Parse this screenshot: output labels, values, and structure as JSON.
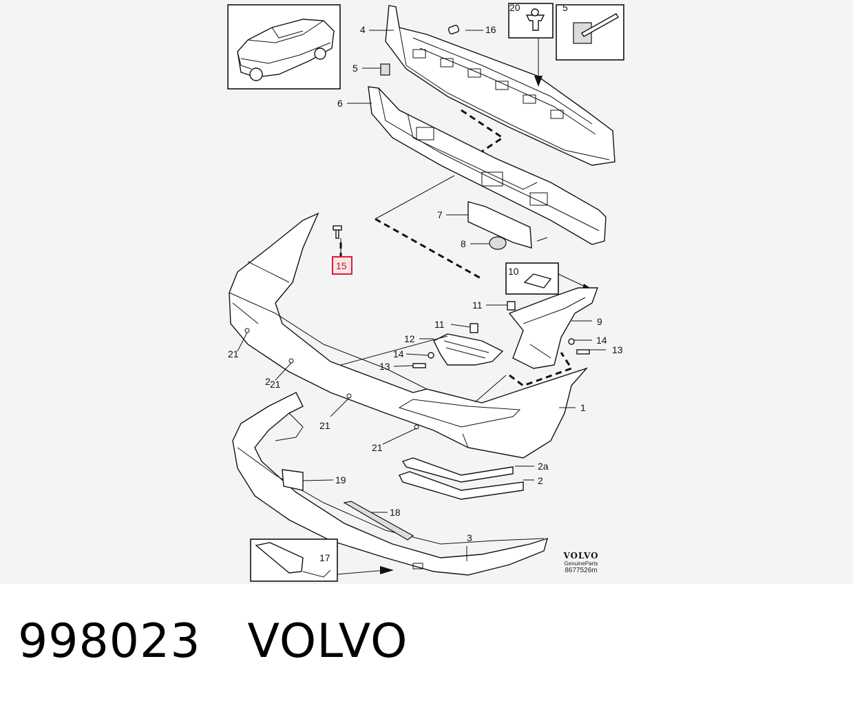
{
  "diagram": {
    "callouts": [
      {
        "id": "c1",
        "label": "1"
      },
      {
        "id": "c2",
        "label": "2"
      },
      {
        "id": "c2a",
        "label": "2a"
      },
      {
        "id": "c3",
        "label": "3"
      },
      {
        "id": "c4",
        "label": "4"
      },
      {
        "id": "c5a",
        "label": "5"
      },
      {
        "id": "c5b",
        "label": "5"
      },
      {
        "id": "c6",
        "label": "6"
      },
      {
        "id": "c7",
        "label": "7"
      },
      {
        "id": "c8",
        "label": "8"
      },
      {
        "id": "c9",
        "label": "9"
      },
      {
        "id": "c10",
        "label": "10"
      },
      {
        "id": "c11a",
        "label": "11"
      },
      {
        "id": "c11b",
        "label": "11"
      },
      {
        "id": "c12",
        "label": "12"
      },
      {
        "id": "c13a",
        "label": "13"
      },
      {
        "id": "c13b",
        "label": "13"
      },
      {
        "id": "c14a",
        "label": "14"
      },
      {
        "id": "c14b",
        "label": "14"
      },
      {
        "id": "c15",
        "label": "15"
      },
      {
        "id": "c16",
        "label": "16"
      },
      {
        "id": "c17",
        "label": "17"
      },
      {
        "id": "c18",
        "label": "18"
      },
      {
        "id": "c19",
        "label": "19"
      },
      {
        "id": "c20",
        "label": "20"
      },
      {
        "id": "c21a",
        "label": "21"
      },
      {
        "id": "c21b",
        "label": "21"
      },
      {
        "id": "c21c",
        "label": "21"
      },
      {
        "id": "c21d",
        "label": "21"
      },
      {
        "id": "c21e",
        "label": "21"
      },
      {
        "id": "c2b",
        "label": "2"
      }
    ],
    "highlight_color": "#d6202f",
    "highlight_fill": "#fbe3e5"
  },
  "brand": {
    "logo": "VOLVO",
    "sub": "GenuineParts",
    "code": "8677526m"
  },
  "footer": {
    "part_number": "998023",
    "make": "VOLVO"
  }
}
